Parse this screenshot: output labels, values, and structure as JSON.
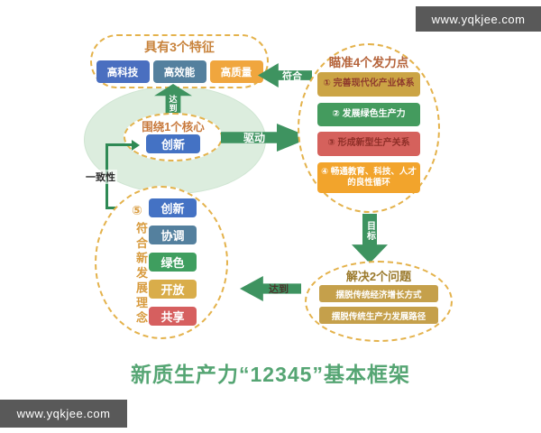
{
  "watermarks": {
    "top_right": "www.yqkjee.com",
    "bottom_left": "www.yqkjee.com"
  },
  "main_title": "新质生产力“12345”基本框架",
  "palette": {
    "arrow_green": "#3e9360",
    "bracket_green": "#2f8a55",
    "dashed_border": "#e4b24b",
    "ellipse_fill": "#dcedde",
    "watermark_bg": "#595959",
    "title_green": "#55a573"
  },
  "features": {
    "title": "具有3个特征",
    "title_color": "#c8833c",
    "items": [
      {
        "label": "高科技",
        "bg": "#4a6fc0",
        "fg": "#ffffff"
      },
      {
        "label": "高效能",
        "bg": "#54809e",
        "fg": "#ffffff"
      },
      {
        "label": "高质量",
        "bg": "#f0a63e",
        "fg": "#ffffff"
      }
    ]
  },
  "core": {
    "title": "围绕1个核心",
    "title_color": "#c8793c",
    "item": {
      "label": "创新",
      "bg": "#4472c4",
      "fg": "#ffffff"
    }
  },
  "focus": {
    "title": "瞄准4个发力点",
    "title_color": "#b5633a",
    "items": [
      {
        "label": "① 完善现代化产业体系",
        "bg": "#cba445",
        "fg": "#8e3a2d"
      },
      {
        "label": "② 发展绿色生产力",
        "bg": "#449b5e",
        "fg": "#ffffff"
      },
      {
        "label": "③ 形成新型生产关系",
        "bg": "#d5615c",
        "fg": "#8e2f28"
      },
      {
        "label": "④ 畅通教育、科技、人才的良性循环",
        "bg": "#f2a42c",
        "fg": "#ffffff"
      }
    ]
  },
  "solve": {
    "title": "解决2个问题",
    "title_color": "#9b7a2c",
    "items": [
      {
        "label": "摆脱传统经济增长方式",
        "bg": "#c5a04b",
        "fg": "#ffffff"
      },
      {
        "label": "摆脱传统生产力发展路径",
        "bg": "#c5a04b",
        "fg": "#ffffff"
      }
    ]
  },
  "concepts": {
    "number": "⑤",
    "vertical_label": "符合新发展理念",
    "label_color": "#d89b3e",
    "items": [
      {
        "label": "创新",
        "bg": "#4472c4",
        "fg": "#ffffff"
      },
      {
        "label": "协调",
        "bg": "#54809e",
        "fg": "#ffffff"
      },
      {
        "label": "绿色",
        "bg": "#3f9e5f",
        "fg": "#ffffff"
      },
      {
        "label": "开放",
        "bg": "#d9ad4a",
        "fg": "#ffffff"
      },
      {
        "label": "共享",
        "bg": "#d65f5f",
        "fg": "#ffffff"
      }
    ]
  },
  "arrows": {
    "reach_up": "达到",
    "conform": "符合",
    "drive": "驱动",
    "goal": "目标",
    "reach_left": "达到",
    "reach_left_fg": "#4a342c",
    "consistency": "一致性"
  }
}
